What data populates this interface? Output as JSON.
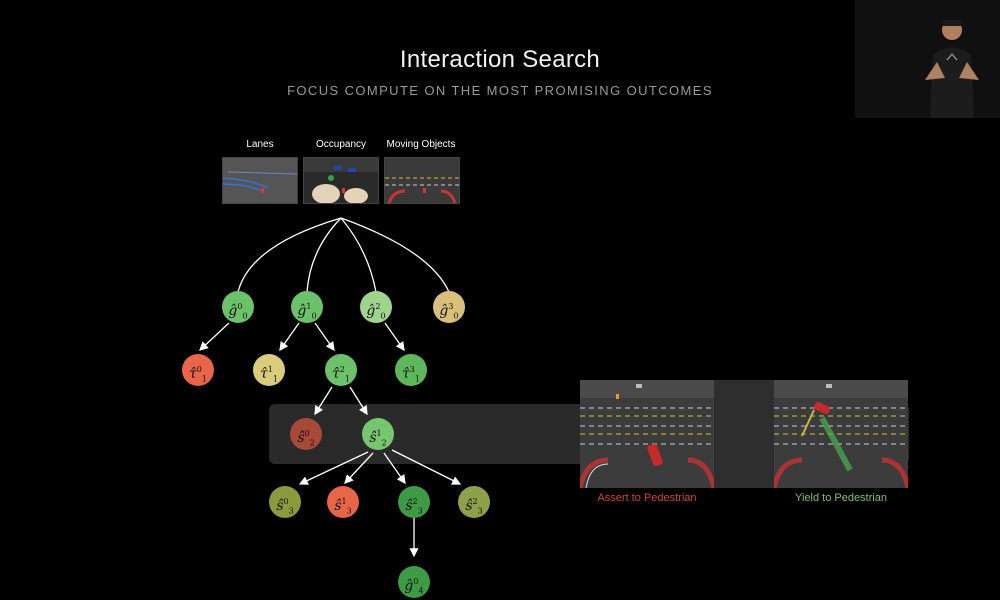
{
  "header": {
    "title": "Interaction Search",
    "subtitle": "FOCUS COMPUTE ON THE MOST PROMISING OUTCOMES"
  },
  "inputs": [
    {
      "label": "Lanes"
    },
    {
      "label": "Occupancy"
    },
    {
      "label": "Moving Objects"
    }
  ],
  "nodes": [
    {
      "id": "g00",
      "sym": "ĝ",
      "sup": "0",
      "sub": "0",
      "color": "#6cc26b"
    },
    {
      "id": "g01",
      "sym": "ĝ",
      "sup": "1",
      "sub": "0",
      "color": "#6cc26b"
    },
    {
      "id": "g02",
      "sym": "ĝ",
      "sup": "2",
      "sub": "0",
      "color": "#9fd48f"
    },
    {
      "id": "g03",
      "sym": "ĝ",
      "sup": "3",
      "sub": "0",
      "color": "#d9c07a"
    },
    {
      "id": "t10",
      "sym": "τ̂",
      "sup": "0",
      "sub": "1",
      "color": "#e8654a"
    },
    {
      "id": "t11",
      "sym": "τ̂",
      "sup": "1",
      "sub": "1",
      "color": "#d9cc7a"
    },
    {
      "id": "t12",
      "sym": "τ̂",
      "sup": "2",
      "sub": "1",
      "color": "#6cc26b"
    },
    {
      "id": "t13",
      "sym": "τ̂",
      "sup": "3",
      "sub": "1",
      "color": "#5db85c"
    },
    {
      "id": "s20",
      "sym": "ŝ",
      "sup": "0",
      "sub": "2",
      "color": "#a8493a"
    },
    {
      "id": "s21",
      "sym": "ŝ",
      "sup": "1",
      "sub": "2",
      "color": "#78c570"
    },
    {
      "id": "s30",
      "sym": "ŝ",
      "sup": "0",
      "sub": "3",
      "color": "#8c9a3e"
    },
    {
      "id": "s31",
      "sym": "ŝ",
      "sup": "1",
      "sub": "3",
      "color": "#e8654a"
    },
    {
      "id": "s32",
      "sym": "ŝ",
      "sup": "2",
      "sub": "3",
      "color": "#3f9a45"
    },
    {
      "id": "s32b",
      "sym": "ŝ",
      "sup": "2",
      "sub": "3",
      "color": "#8ea04a"
    },
    {
      "id": "g40",
      "sym": "ĝ",
      "sup": "0",
      "sub": "4",
      "color": "#3f9a45"
    }
  ],
  "scenes": [
    {
      "caption": "Assert to Pedestrian",
      "color": "#d0473a"
    },
    {
      "caption": "Yield to Pedestrian",
      "color": "#7cc46e"
    }
  ]
}
